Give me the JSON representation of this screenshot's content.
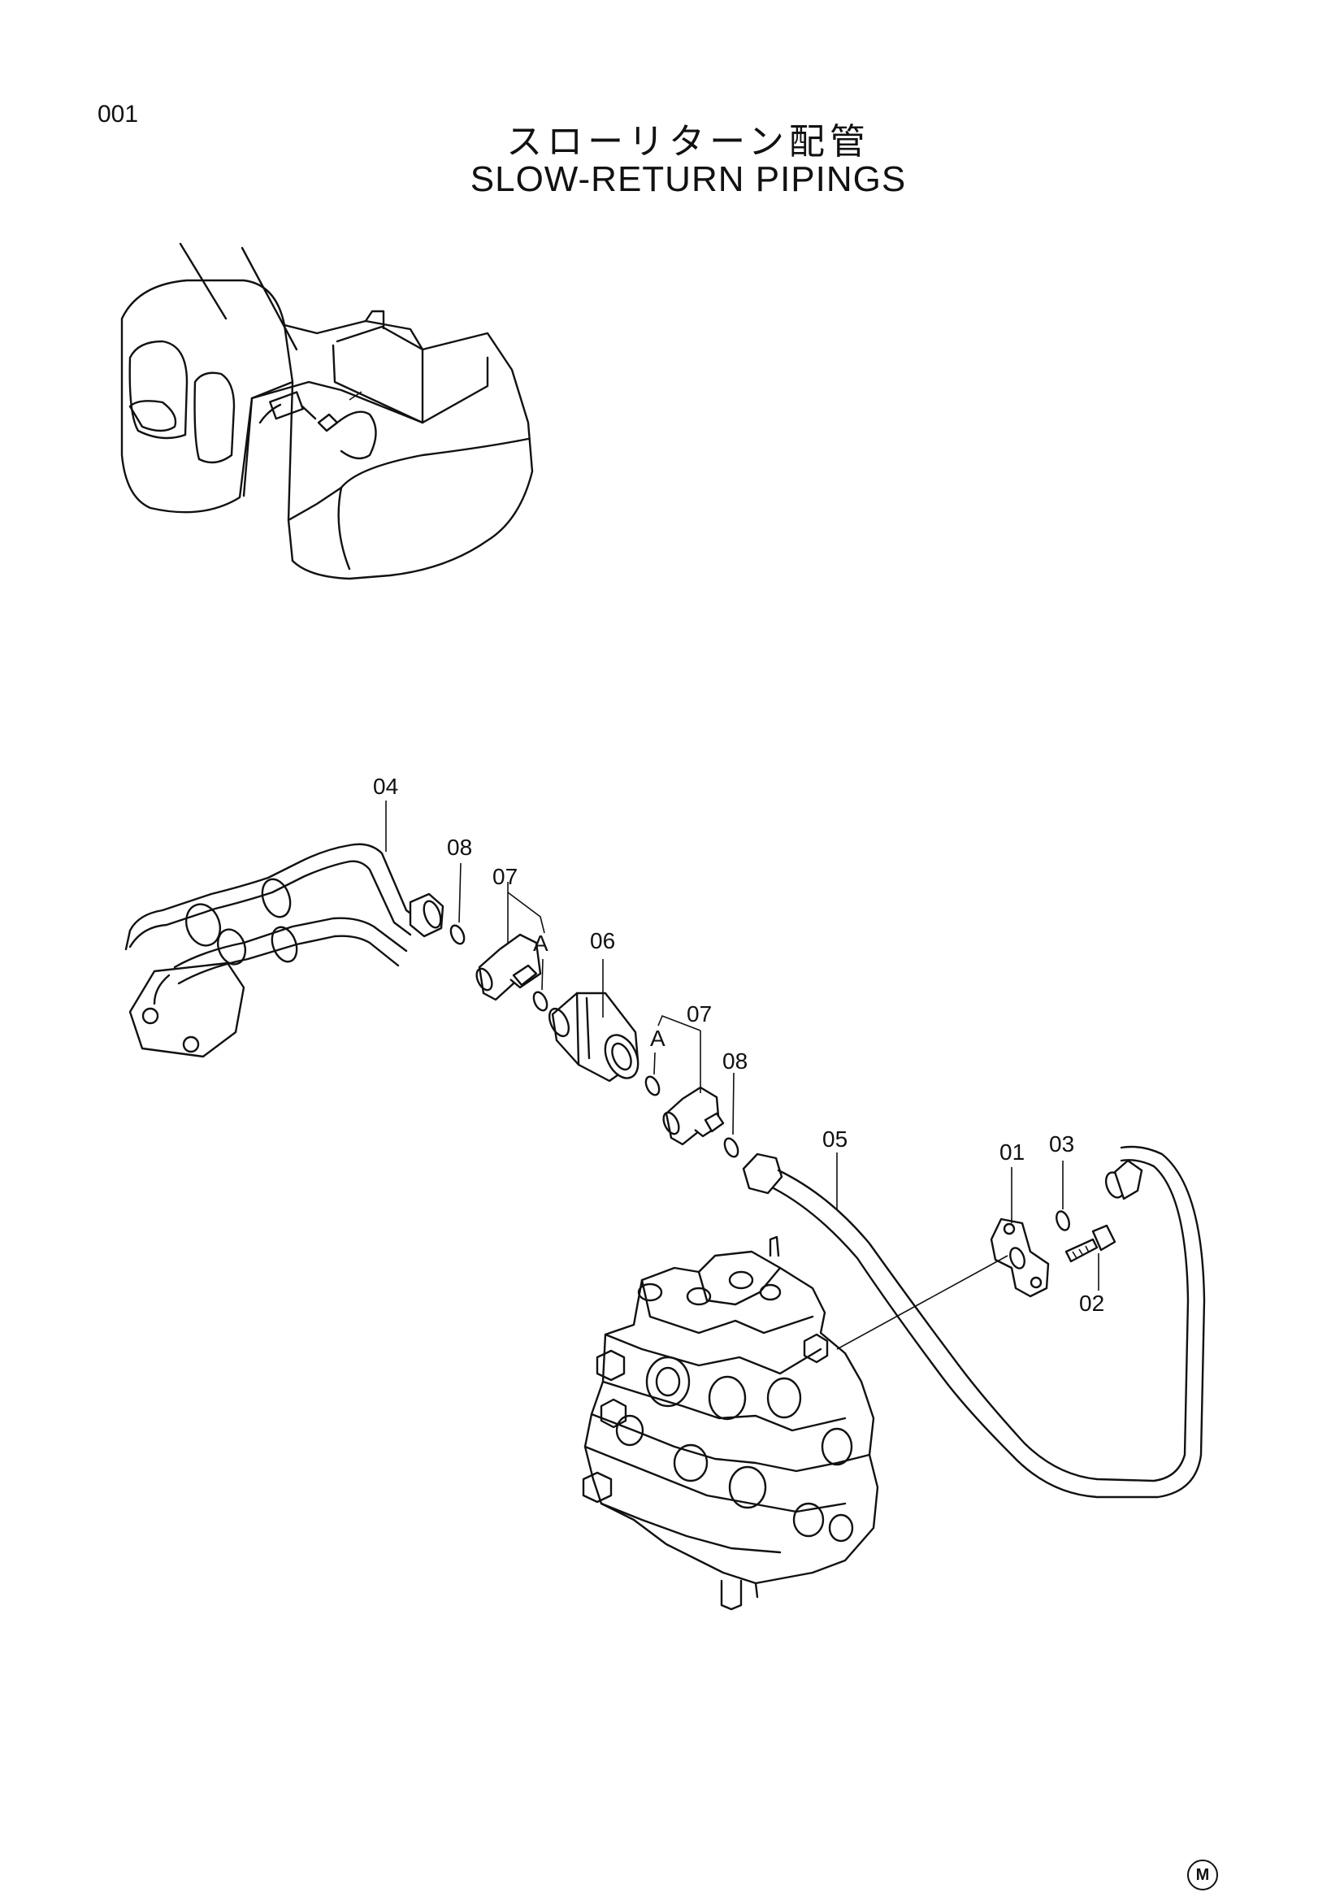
{
  "page_number": "001",
  "title_ja": "スローリターン配管",
  "title_en": "SLOW-RETURN PIPINGS",
  "callouts": {
    "p04": "04",
    "p08_top": "08",
    "p07_top": "07",
    "a_top": "A",
    "p06": "06",
    "p07_mid": "07",
    "a_mid": "A",
    "p08_mid": "08",
    "p05": "05",
    "p01": "01",
    "p03": "03",
    "p02": "02"
  },
  "corner_mark": "M"
}
